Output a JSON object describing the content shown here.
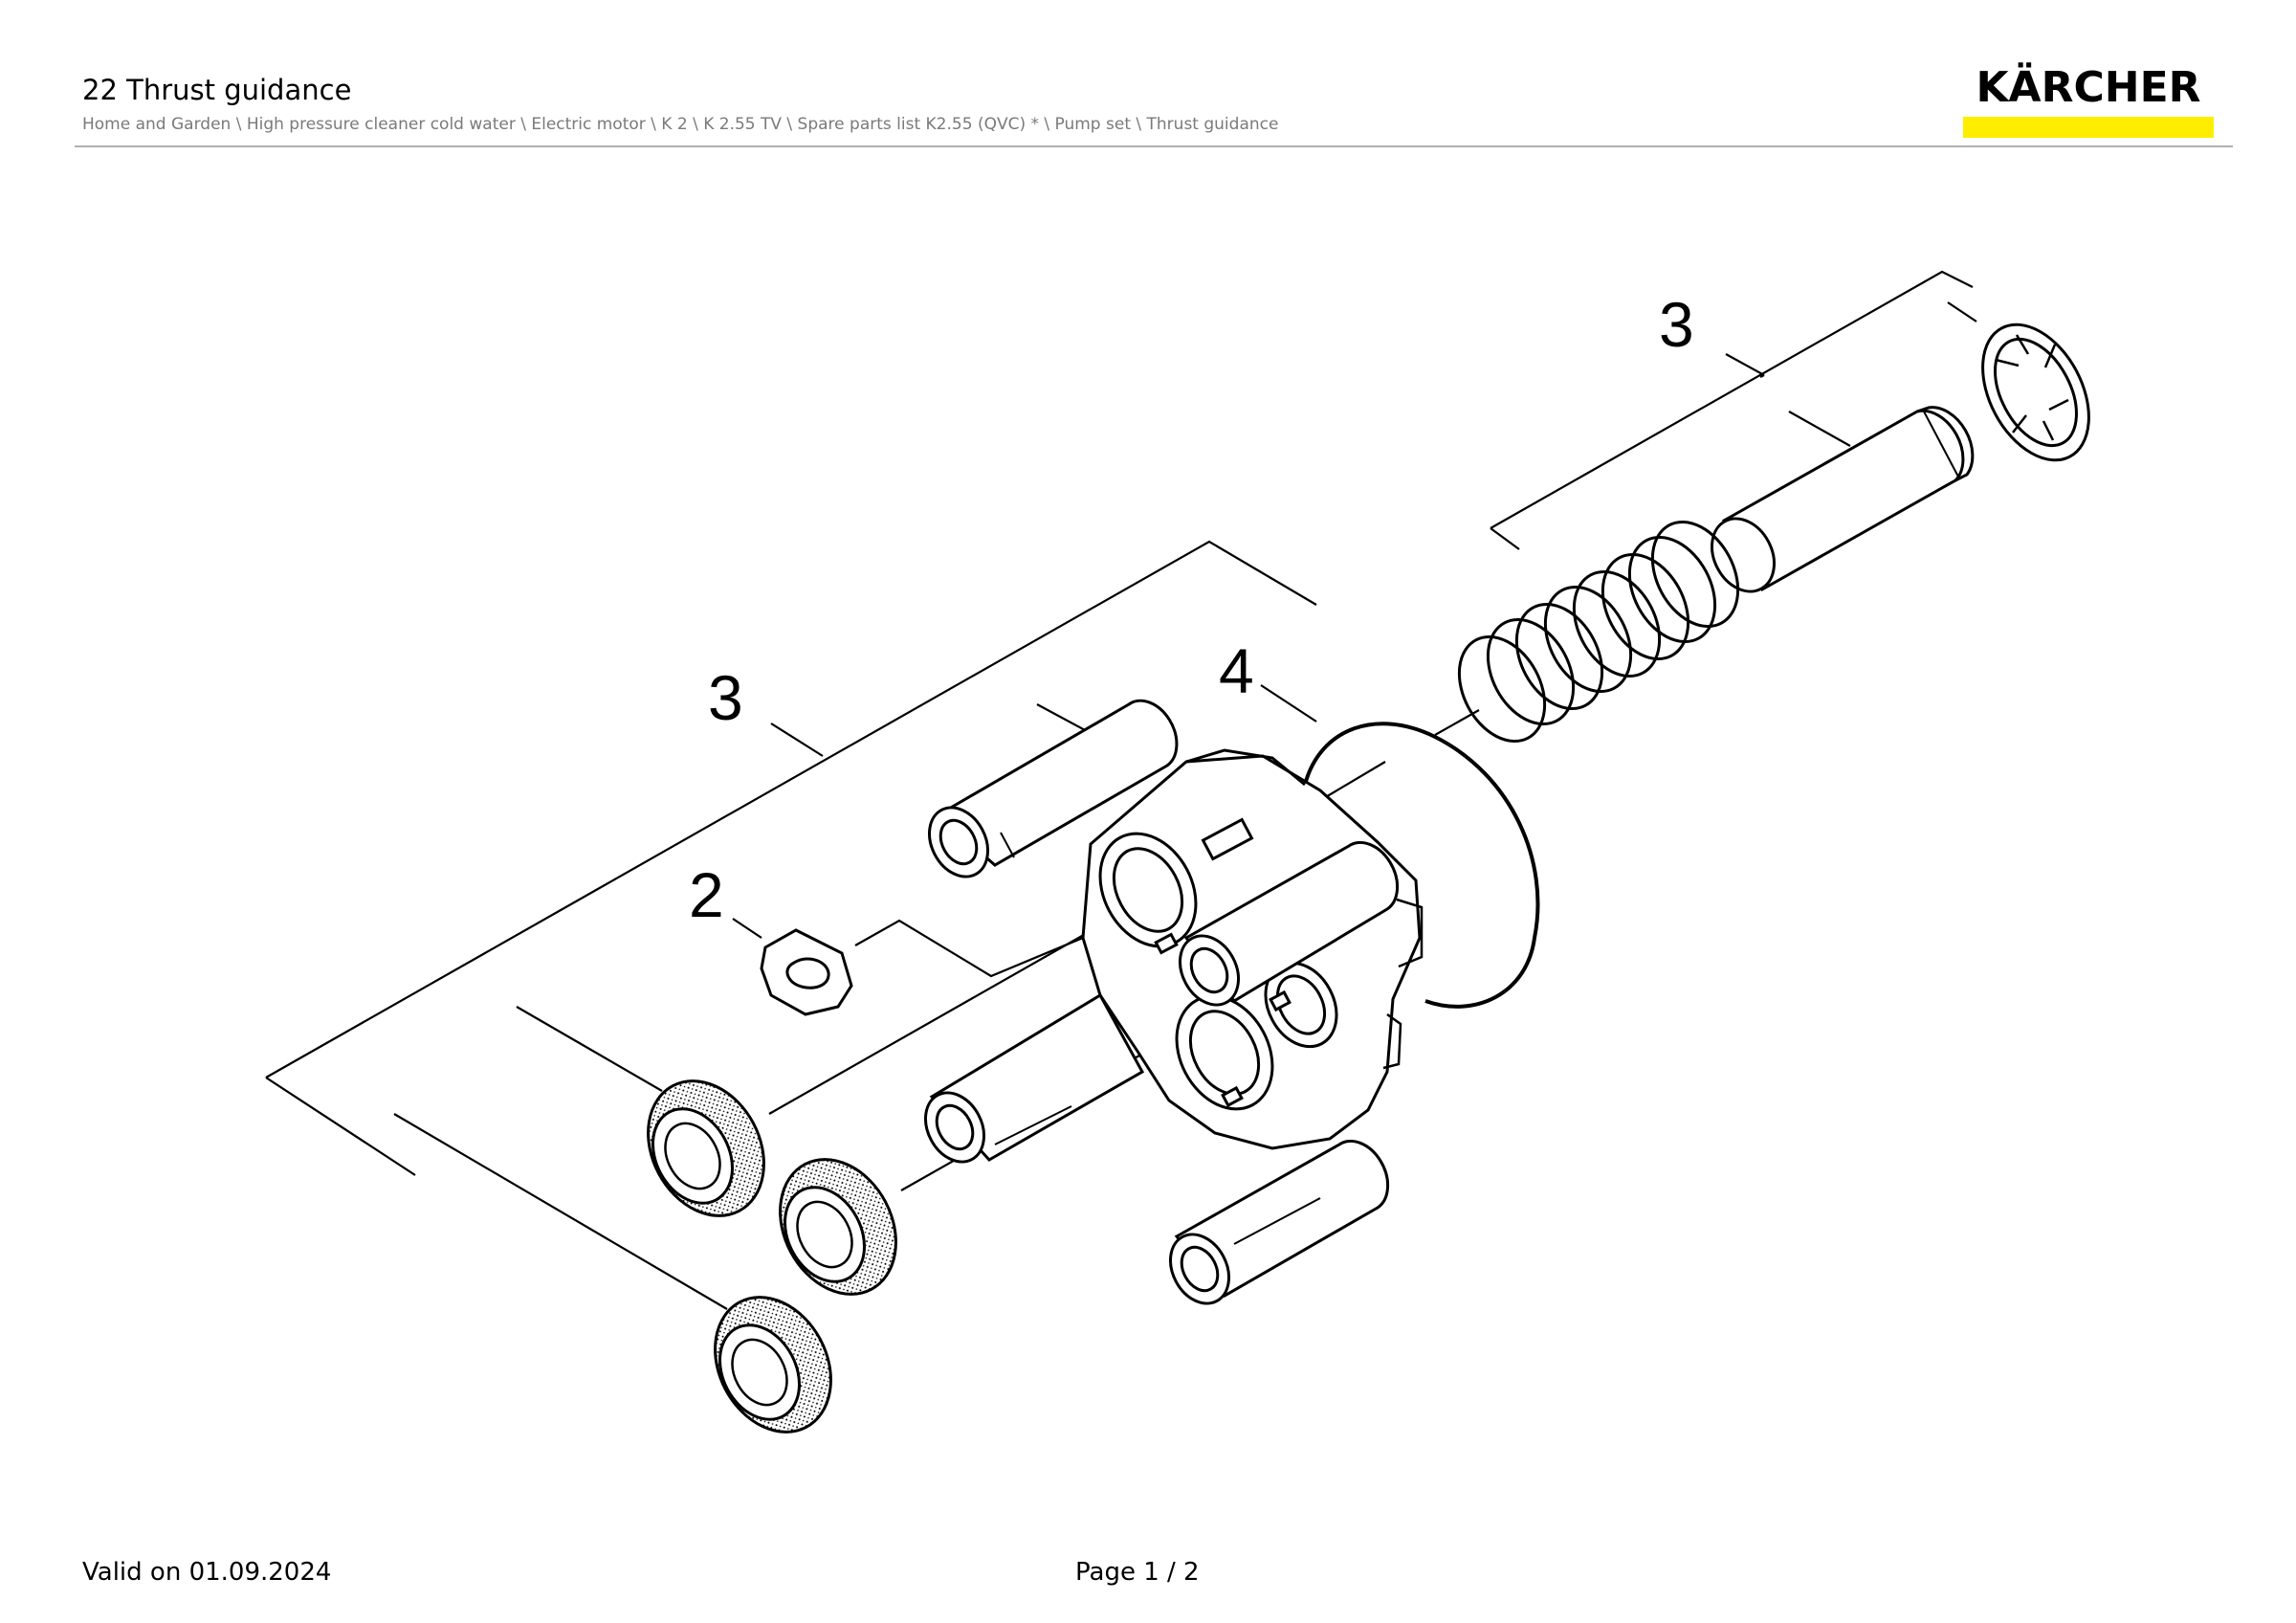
{
  "header": {
    "title": "22 Thrust guidance",
    "breadcrumb": "Home and Garden \\ High pressure cleaner cold water \\ Electric motor \\ K 2 \\ K 2.55 TV \\ Spare parts list K2.55 (QVC) * \\ Pump set \\ Thrust guidance"
  },
  "logo": {
    "brand": "KÄRCHER",
    "accent_color": "#ffed00"
  },
  "diagram": {
    "callouts": [
      {
        "id": "callout-3-top",
        "label": "3"
      },
      {
        "id": "callout-3-left",
        "label": "3"
      },
      {
        "id": "callout-4",
        "label": "4"
      },
      {
        "id": "callout-2",
        "label": "2"
      }
    ]
  },
  "footer": {
    "valid": "Valid on 01.09.2024",
    "page": "Page 1 / 2"
  }
}
